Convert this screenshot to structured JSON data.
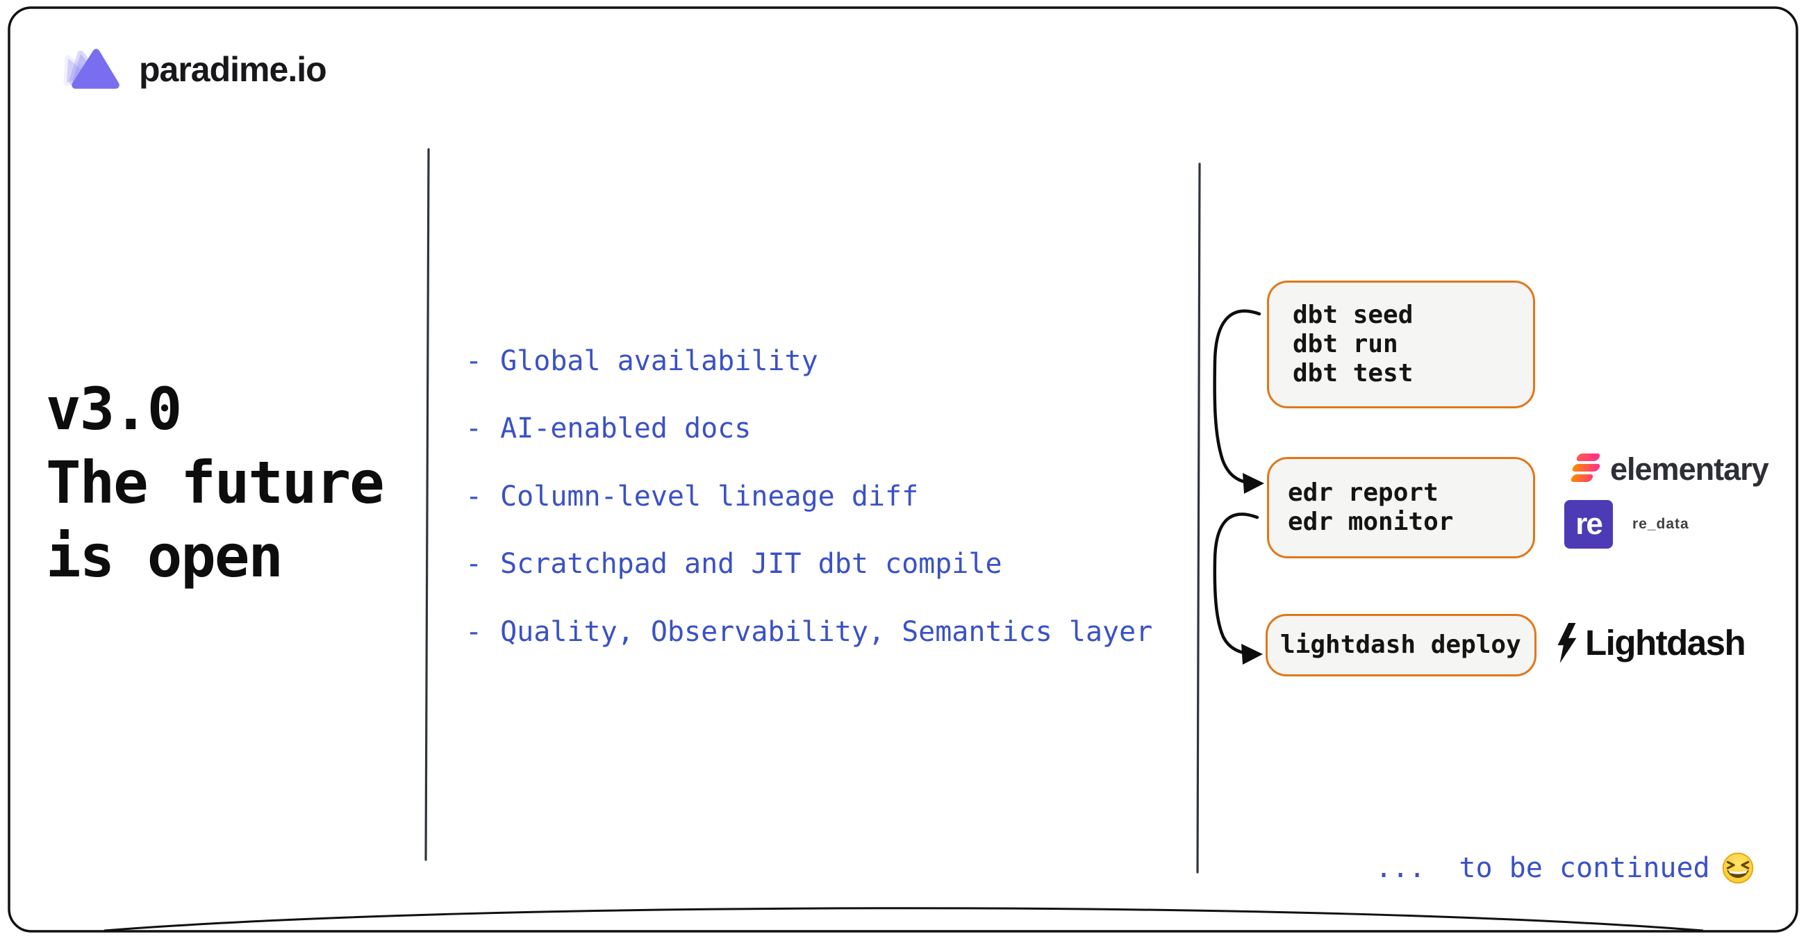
{
  "brand": {
    "name": "paradime.io",
    "icon": "mountain-triangles-icon"
  },
  "title": {
    "line1": "v3.0",
    "line2": "The future",
    "line3": "is open"
  },
  "features": {
    "bullet": "-",
    "items": [
      "Global availability",
      "AI-enabled docs",
      "Column-level lineage diff",
      "Scratchpad and JIT dbt compile",
      "Quality, Observability, Semantics layer"
    ]
  },
  "pipeline": {
    "boxes": [
      {
        "id": "dbt-commands",
        "lines": [
          "dbt seed",
          "dbt run",
          "dbt test"
        ]
      },
      {
        "id": "edr-commands",
        "lines": [
          "edr report",
          "edr monitor"
        ]
      },
      {
        "id": "lightdash-commands",
        "lines": [
          "lightdash deploy"
        ]
      }
    ],
    "partners": [
      {
        "name": "elementary",
        "label": "elementary"
      },
      {
        "name": "re_data",
        "mark": "re",
        "label": "re_data"
      },
      {
        "name": "lightdash",
        "label": "Lightdash"
      }
    ]
  },
  "footer": {
    "text": "...  to be continued",
    "emoji": "grinning-squinting-face",
    "emoji_char": "😆"
  },
  "colors": {
    "accent_blue": "#3A51C6",
    "box_border_orange": "#E0771B",
    "box_background": "#F5F5F3",
    "brand_purple": "#7A6EF0",
    "elementary_pink": "#FF2E8E",
    "elementary_orange": "#FF8A00",
    "re_data_purple": "#4D3AB5",
    "ink": "#111111",
    "divider_slate": "#2F353C"
  }
}
